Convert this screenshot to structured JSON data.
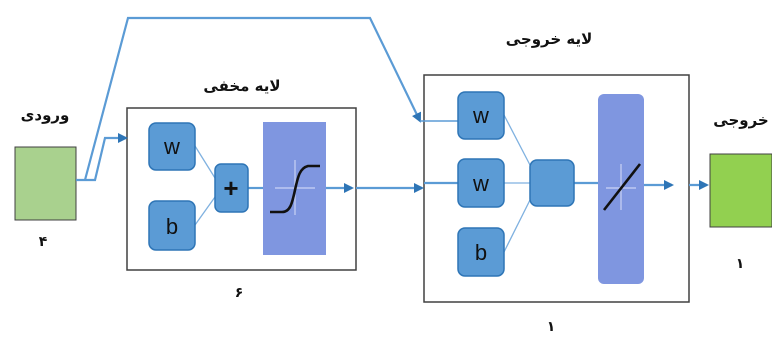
{
  "input": {
    "label": "ورودی",
    "size": "۴"
  },
  "hidden_layer": {
    "title": "لایه مخفی",
    "weight_label": "w",
    "bias_label": "b",
    "sum_symbol": "+",
    "size": "۶"
  },
  "output_layer": {
    "title": "لایه خروجی",
    "weight_label_1": "w",
    "weight_label_2": "w",
    "bias_label": "b",
    "size": "۱"
  },
  "output": {
    "label": "خروجی",
    "size": "۱"
  },
  "colors": {
    "input_box": "#a9d18e",
    "output_box": "#92d050",
    "node": "#5b9bd5",
    "node_border": "#2e75b6",
    "activation_panel": "#7f96e0",
    "wire": "#7fb1e0",
    "arrow": "#2e75b6",
    "layer_border": "#404040"
  }
}
